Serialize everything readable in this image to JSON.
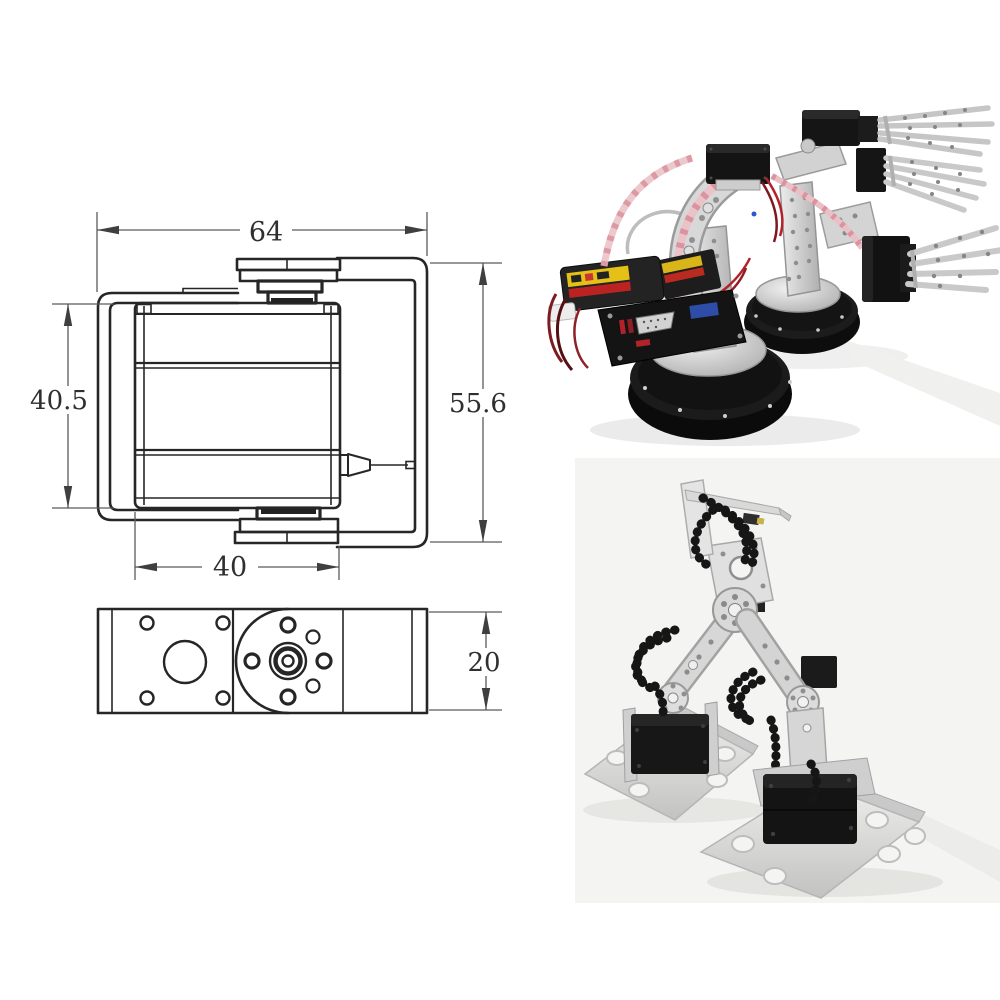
{
  "drawing": {
    "dim_top_width": "64",
    "dim_left_height": "40.5",
    "dim_right_height": "55.6",
    "dim_bottom_width": "40",
    "dim_side_height": "20"
  },
  "photos": {
    "top_alt": "Two silver aluminium robot arms with claw grippers on round black bases, control board and battery pack at left",
    "bottom_alt": "Silver biped robot legs with black servo motors standing on flat metal foot plates"
  },
  "colors": {
    "drawing_line": "#262626",
    "dimension_line": "#5a5a5a",
    "metal_silver": "#d6d6d6",
    "servo_black": "#161616",
    "base_black": "#111111",
    "wire_red": "#b3222a",
    "cable_pink": "#e9c0c6",
    "battery_label_yellow": "#e5c118",
    "pcb_blue": "#2d4da8",
    "photo_bg_gray": "#f4f4f2"
  }
}
